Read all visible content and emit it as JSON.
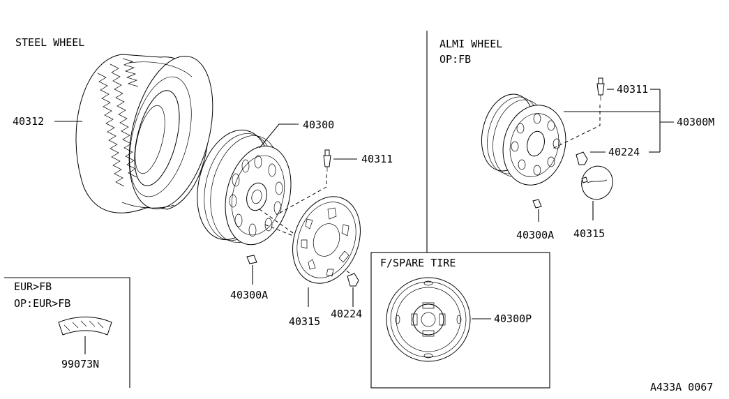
{
  "sections": {
    "steel_wheel": "STEEL WHEEL",
    "almi_wheel": "ALMI WHEEL",
    "almi_wheel_option": "OP:FB",
    "eur_box_title": "EUR>FB",
    "eur_box_option": "OP:EUR>FB",
    "spare_box_title": "F/SPARE TIRE"
  },
  "parts": {
    "tire": "40312",
    "steel_wheel": "40300",
    "valve_steel": "40311",
    "balance_weight_steel": "40300A",
    "wheel_cover": "40315",
    "nut_steel": "40224",
    "valve_almi": "40311",
    "almi_wheel": "40300M",
    "nut_almi": "40224",
    "balance_weight_almi": "40300A",
    "center_cap": "40315",
    "spare_wheel": "40300P",
    "label_kit": "99073N"
  },
  "figure_code": "A433A 0067"
}
